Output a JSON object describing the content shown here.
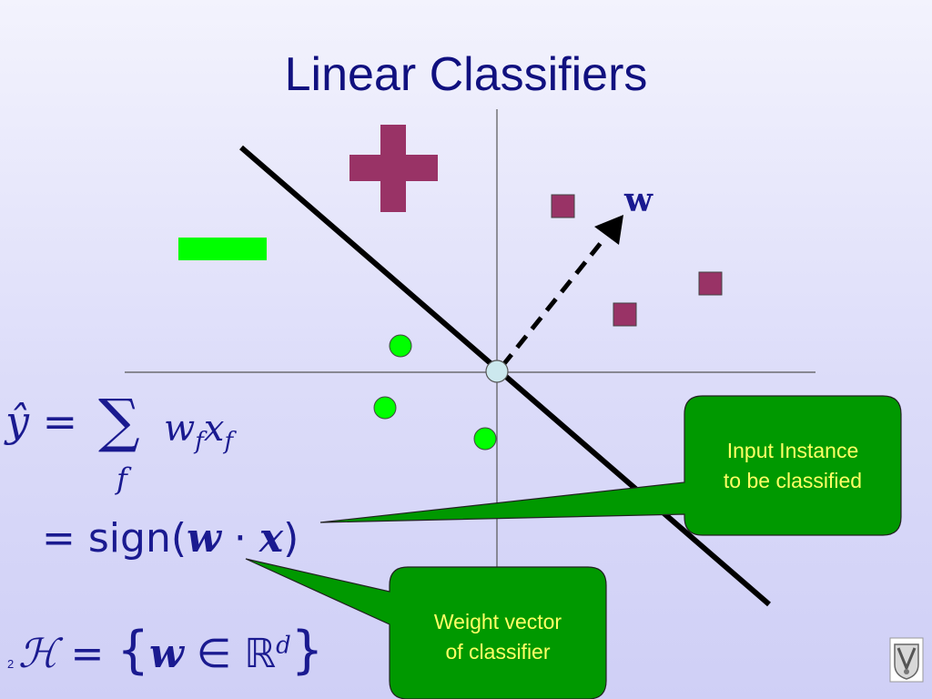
{
  "slide": {
    "title": "Linear Classifiers",
    "slide_number": "2"
  },
  "diagram": {
    "plus_label": "+",
    "minus_label": "−",
    "weight_label": "w"
  },
  "equations": {
    "line1_lhs": "ŷ =",
    "line1_sum": "∑",
    "line1_sum_index": "f",
    "line1_rhs_w": "w",
    "line1_rhs_wsub": "f",
    "line1_rhs_x": "x",
    "line1_rhs_xsub": "f",
    "line2_eq": "=",
    "line2_sign": "sign(",
    "line2_w": "w",
    "line2_dot": "·",
    "line2_x": "x",
    "line2_close": ")",
    "line3_H": "ℋ",
    "line3_eq": "=",
    "line3_open": "{",
    "line3_w": "w",
    "line3_in": "∈",
    "line3_R": "ℝ",
    "line3_d": "d",
    "line3_close": "}"
  },
  "callouts": {
    "input_instance_line1": "Input Instance",
    "input_instance_line2": "to be classified",
    "weight_vector_line1": "Weight vector",
    "weight_vector_line2": "of classifier"
  },
  "colors": {
    "title": "#10107f",
    "positive": "#993366",
    "negative": "#00ff00",
    "callout_fill": "#009900",
    "callout_text": "#ffff66",
    "instance": "#cce8ee"
  }
}
